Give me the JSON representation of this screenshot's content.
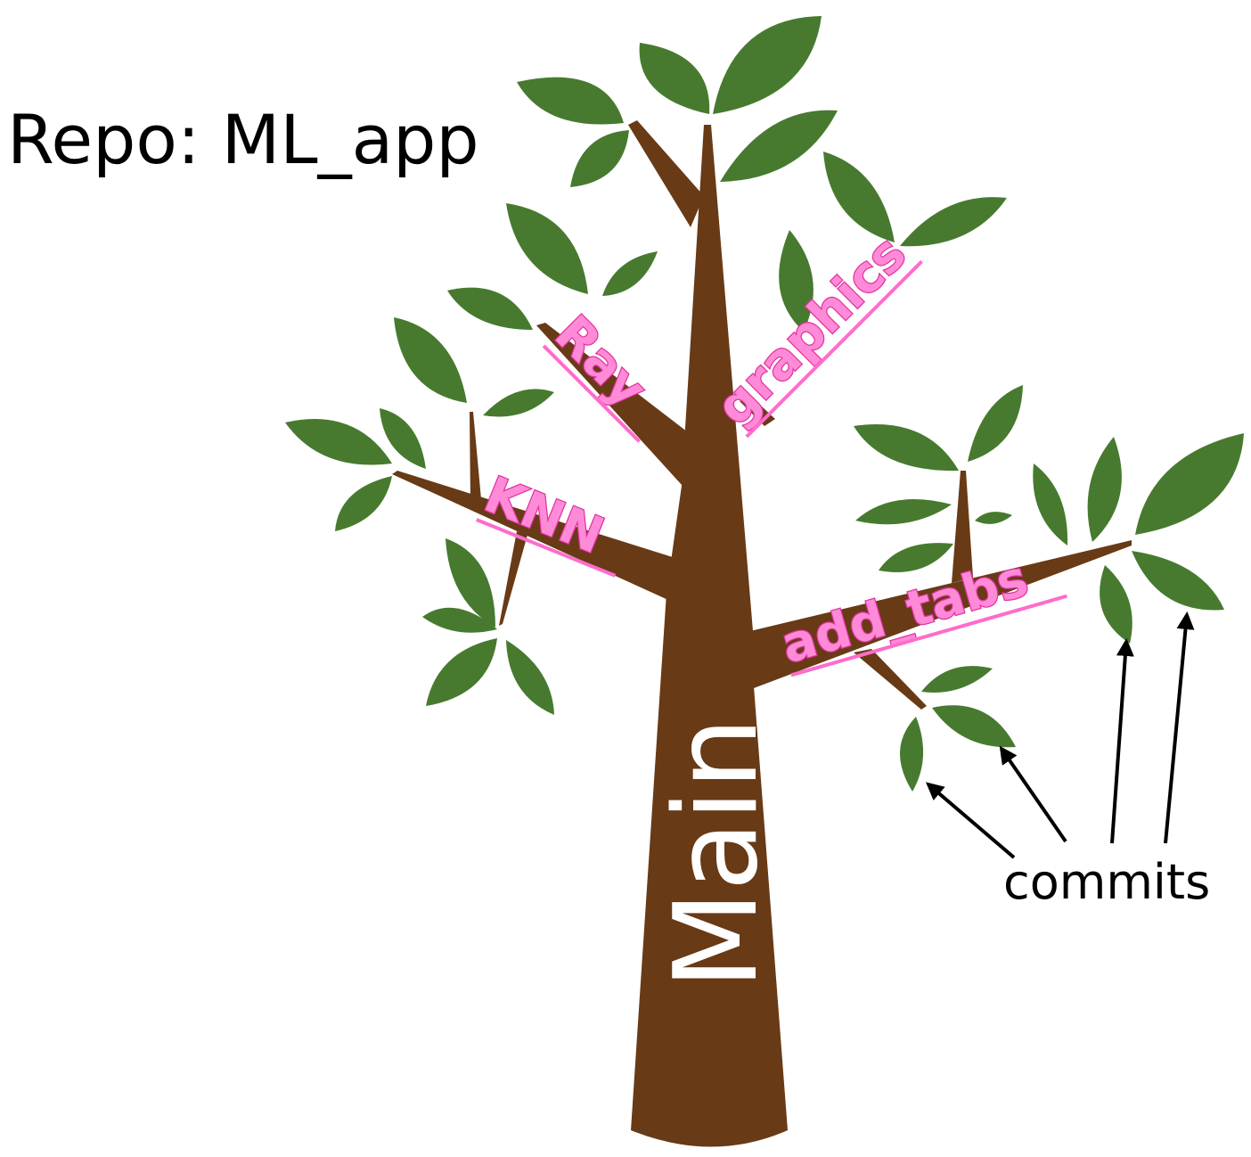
{
  "title": "Repo: ML_app",
  "trunk": {
    "label": "Main"
  },
  "branches": [
    {
      "label": "Ray"
    },
    {
      "label": "graphics"
    },
    {
      "label": "KNN"
    },
    {
      "label": "add_tabs"
    }
  ],
  "callout": {
    "label": "commits"
  },
  "colors": {
    "leaf": "#477a2f",
    "wood": "#683a16",
    "branch_label": "#ff8ad8",
    "branch_label_outline": "#e0339f",
    "trunk_label": "#ffffff",
    "text": "#000000"
  }
}
